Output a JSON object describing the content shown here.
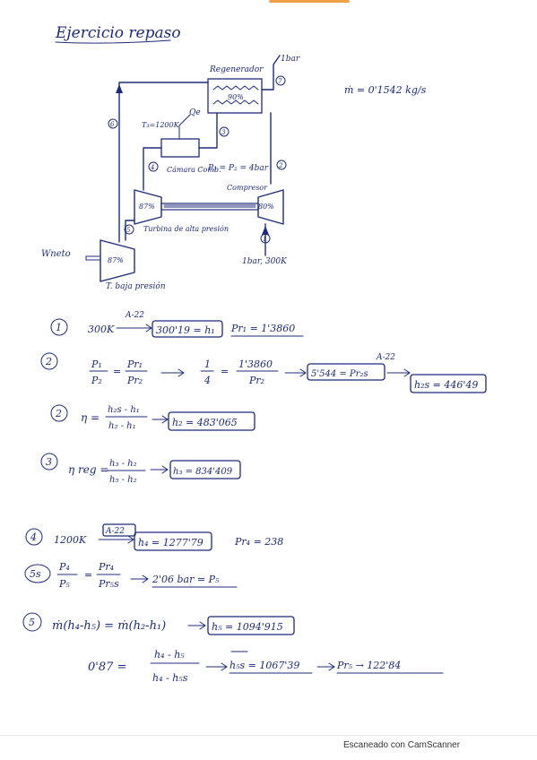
{
  "page": {
    "title": "Ejercicio repaso",
    "footer": "Escaneado con CamScanner"
  },
  "diagram": {
    "regenerador": "Regenerador",
    "regen_eff": "90%",
    "p1_bar": "1bar",
    "mass_flow": "ṁ = 0'1542 kg/s",
    "tb_label": "T₃=1200K",
    "qe_label": "Qe",
    "camara": "Cámara Comb.",
    "pressures": "P₃ = P₂ = 4bar",
    "compresor": "Compresor",
    "comp_eff": "80%",
    "turb_hp_eff": "87%",
    "turb_hp_label": "Turbina de alta presión",
    "turb_lp_eff": "87%",
    "turb_lp_label": "T. baja presión",
    "w_net": "Wneto",
    "inlet": "1bar, 300K",
    "states": [
      "1",
      "2",
      "3",
      "4",
      "5",
      "6",
      "7"
    ]
  },
  "solution": {
    "l1_num": "1",
    "l1_temp": "300K",
    "l1_ref": "A-22",
    "l1_box": "300'19 = h₁",
    "l1_pr": "Pr₁ = 1'3860",
    "l2_num": "2",
    "l2_eq_lhs_num": "P₁",
    "l2_eq_lhs_den": "P₂",
    "l2_eq_mid_num": "Pr₁",
    "l2_eq_mid_den": "Pr₂",
    "l2_frac_num": "1",
    "l2_frac_den": "4",
    "l2_frac2_num": "1'3860",
    "l2_frac2_den": "Pr₂",
    "l2_ref": "A-22",
    "l2_box1": "5'544 = Pr₂s",
    "l2_box2": "h₂s = 446'49",
    "l3_num": "2",
    "l3_eta": "η =",
    "l3_frac_num": "h₂s - h₁",
    "l3_frac_den": "h₂ - h₁",
    "l3_box": "h₂ = 483'065",
    "l4_num": "3",
    "l4_eta": "η reg =",
    "l4_frac_num": "h₃ - h₂",
    "l4_frac_den": "h₅ - h₂",
    "l4_box": "h₃ = 834'409",
    "l5_num": "4",
    "l5_temp": "1200K",
    "l5_ref": "A-22",
    "l5_box": "h₄ = 1277'79",
    "l5_pr": "Pr₄ = 238",
    "l6_num": "5s",
    "l6_f1_num": "P₄",
    "l6_f1_den": "P₅",
    "l6_f2_num": "Pr₄",
    "l6_f2_den": "Pr₅s",
    "l6_result": "2'06 bar = P₅",
    "l7_num": "5",
    "l7_eq": "ṁ(h₄-h₅) = ṁ(h₂-h₁)",
    "l7_box": "h₅ = 1094'915",
    "l8_val": "0'87 =",
    "l8_frac_num": "h₄ - h₅",
    "l8_frac_den": "h₄ - h₅s",
    "l8_res1": "h₅s = 1067'39",
    "l8_res2": "Pr₅ → 122'84"
  }
}
